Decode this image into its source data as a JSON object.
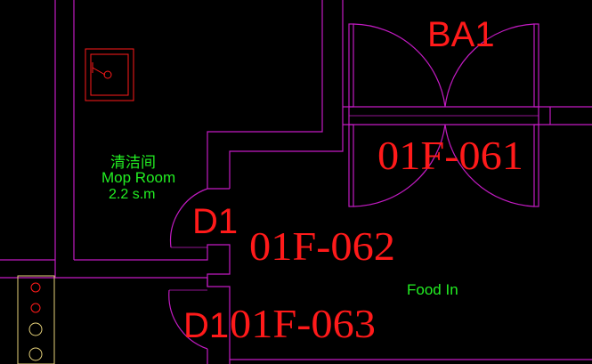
{
  "drawing": {
    "background": "#000000",
    "colors": {
      "wall": "#c21bc2",
      "door": "#c21bc2",
      "text_red": "#ff1a1a",
      "text_green": "#22ee22",
      "fixture_red": "#ff1a1a",
      "fixture_yellow": "#e6d27a"
    },
    "room_labels": {
      "mop_cn": "清洁间",
      "mop_en": "Mop Room",
      "mop_area": "2.2 s.m",
      "food_in": "Food In"
    },
    "tags": {
      "ba1": "BA1",
      "room_061": "01F-061",
      "d1": "D1",
      "room_062": "01F-062",
      "d101": "D1",
      "room_063": "01F-063"
    },
    "icons": [
      "sink-icon",
      "outlet-icon"
    ]
  }
}
